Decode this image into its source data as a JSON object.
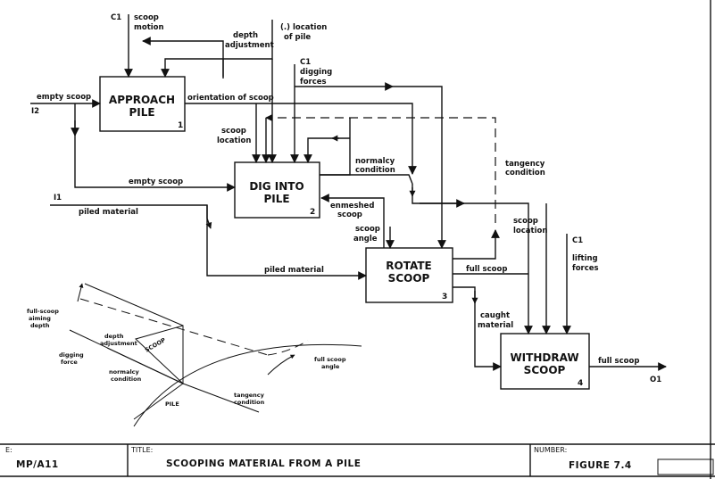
{
  "boxes": {
    "approach": {
      "line1": "APPROACH",
      "line2": "PILE",
      "num": "1"
    },
    "dig": {
      "line1": "DIG INTO",
      "line2": "PILE",
      "num": "2"
    },
    "rotate": {
      "line1": "ROTATE",
      "line2": "SCOOP",
      "num": "3"
    },
    "withdraw": {
      "line1": "WITHDRAW",
      "line2": "SCOOP",
      "num": "4"
    }
  },
  "labels": {
    "c1_top": "C1",
    "scoop_motion_1": "scoop",
    "scoop_motion_2": "motion",
    "depth_adj_1": "depth",
    "depth_adj_2": "adjustment",
    "location_pile_1": "(.) location",
    "location_pile_2": "of pile",
    "c1_dig": "C1",
    "digging_forces_1": "digging",
    "digging_forces_2": "forces",
    "empty_scoop_in": "empty scoop",
    "i2": "I2",
    "orientation": "orientation of scoop",
    "scoop_location_1": "scoop",
    "scoop_location_2": "location",
    "normalcy_1": "normalcy",
    "normalcy_2": "condition",
    "tangency_1": "tangency",
    "tangency_2": "condition",
    "empty_scoop_mid": "empty scoop",
    "i1": "I1",
    "piled_material_in": "piled material",
    "enmeshed_1": "enmeshed",
    "enmeshed_2": "scoop",
    "scoop_angle_1": "scoop",
    "scoop_angle_2": "angle",
    "scoop_loc_right_1": "scoop",
    "scoop_loc_right_2": "location",
    "c1_lift": "C1",
    "lifting_1": "lifting",
    "lifting_2": "forces",
    "piled_material_mid": "piled material",
    "full_scoop_mid": "full scoop",
    "caught_1": "caught",
    "caught_2": "material",
    "full_scoop_out": "full scoop",
    "o1": "O1"
  },
  "sketch": {
    "full_scoop_aiming_1": "full-scoop",
    "full_scoop_aiming_2": "aiming",
    "full_scoop_aiming_3": "depth",
    "depth_adjustment_1": "depth",
    "depth_adjustment_2": "adjustment",
    "digging_force_1": "digging",
    "digging_force_2": "force",
    "normalcy_1": "normalcy",
    "normalcy_2": "condition",
    "scoop": "SCOOP",
    "pile": "PILE",
    "tangency_1": "tangency",
    "tangency_2": "condition",
    "full_scoop_angle_1": "full scoop",
    "full_scoop_angle_2": "angle"
  },
  "title_block": {
    "node_head": "E:",
    "node_value": "MP/A11",
    "title_head": "TITLE:",
    "title_value": "SCOOPING MATERIAL FROM A PILE",
    "number_head": "NUMBER:",
    "number_value": "FIGURE 7.4"
  }
}
